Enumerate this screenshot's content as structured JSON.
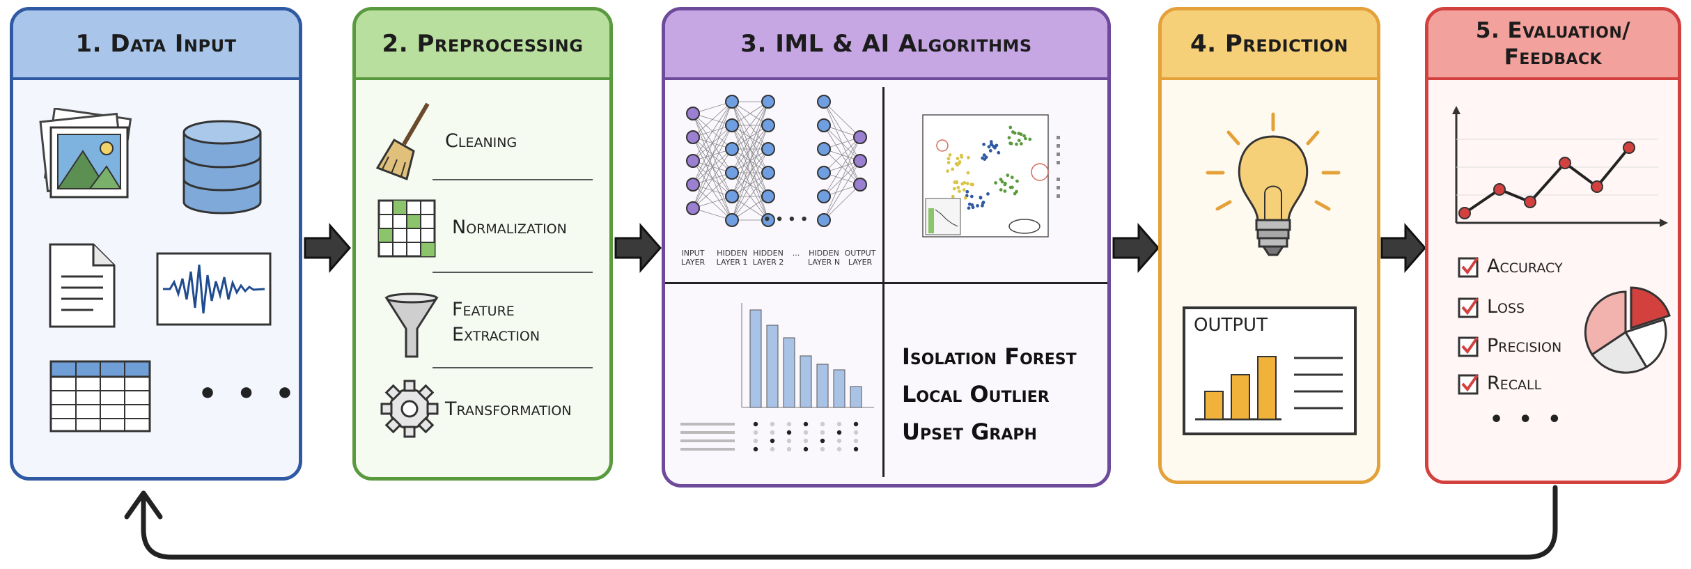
{
  "panels": {
    "data_input": {
      "title": "1. Data Input",
      "more": "• • •"
    },
    "preprocessing": {
      "title": "2. Preprocessing",
      "steps": [
        "Cleaning",
        "Normalization",
        "Feature\nExtraction",
        "Transformation"
      ]
    },
    "algorithms": {
      "title": "3. IML & AI Algorithms",
      "nn_layers": [
        "INPUT\nLAYER",
        "HIDDEN\nLAYER 1",
        "HIDDEN\nLAYER 2",
        "...",
        "HIDDEN\nLAYER N",
        "OUTPUT\nLAYER"
      ],
      "methods": [
        "Isolation Forest",
        "Local Outlier",
        "Upset Graph"
      ]
    },
    "prediction": {
      "title": "4. Prediction",
      "output_label": "OUTPUT"
    },
    "evaluation": {
      "title": "5. Evaluation/\nFeedback",
      "metrics": [
        "Accuracy",
        "Loss",
        "Precision",
        "Recall"
      ],
      "more": "• • •"
    }
  },
  "colors": {
    "data_input": "#2f5aa3",
    "preprocessing": "#5a9a3f",
    "algorithms": "#6d4a9a",
    "prediction": "#e4a13a",
    "evaluation": "#d3413f"
  },
  "icons": [
    "photos-icon",
    "database-icon",
    "document-icon",
    "waveform-icon",
    "table-icon",
    "broom-icon",
    "grid-icon",
    "funnel-icon",
    "gear-icon",
    "neural-network-icon",
    "scatter-plot-icon",
    "upset-chart-icon",
    "lightbulb-icon",
    "bar-chart-icon",
    "line-chart-icon",
    "checkbox-icon",
    "pie-chart-icon",
    "feedback-arrow-icon"
  ]
}
